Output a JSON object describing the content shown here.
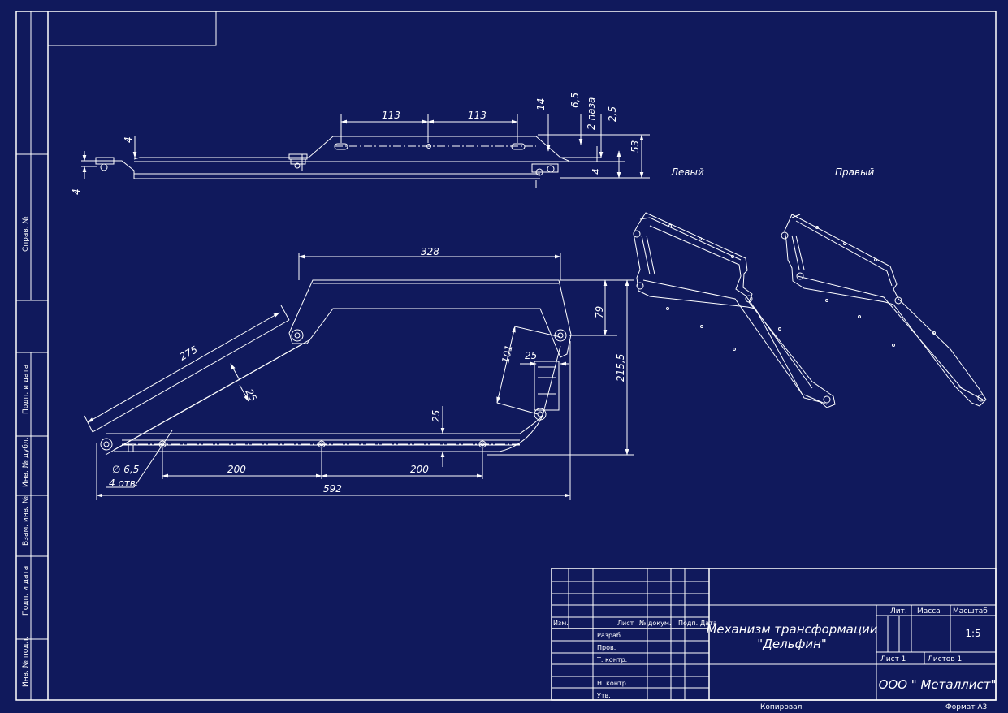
{
  "colors": {
    "background": "#10195c",
    "line": "#ffffff"
  },
  "side_labels": {
    "sprav": "Справ. №",
    "podp_data_1": "Подп. и дата",
    "inv_dubl": "Инв. № дубл.",
    "vzam_inv": "Взам. инв. №",
    "podp_data_2": "Подп. и дата",
    "inv_podl": "Инв. № подл."
  },
  "top_view": {
    "dim_113a": "113",
    "dim_113b": "113",
    "dim_14": "14",
    "dim_65": "6,5",
    "dim_2paza": "2 паза",
    "dim_25": "2,5",
    "dim_53": "53",
    "dim_4_left": "4",
    "dim_4_bottom": "4",
    "dim_4_right": "4"
  },
  "front_view": {
    "dim_328": "328",
    "dim_79": "79",
    "dim_2155": "215,5",
    "dim_275": "275",
    "dim_25_arm": "25",
    "dim_101": "101",
    "dim_25_right": "25",
    "dim_25_base": "25",
    "dim_200a": "200",
    "dim_200b": "200",
    "dim_592": "592",
    "hole_dia": "∅ 6,5",
    "hole_count": "4 отв."
  },
  "iso_views": {
    "left_label": "Левый",
    "right_label": "Правый"
  },
  "title_block": {
    "izm": "Изм.",
    "list": "Лист",
    "n_dokum": "№ докум.",
    "podp": "Подп.",
    "data": "Дата",
    "razrab": "Разраб.",
    "prov": "Пров.",
    "t_kontr": "Т. контр.",
    "n_kontr": "Н. контр.",
    "utv": "Утв.",
    "title_line1": "Механизм трансформации",
    "title_line2": "\"Дельфин\"",
    "lit": "Лит.",
    "massa": "Масса",
    "masshtab": "Масштаб",
    "scale": "1:5",
    "sheet": "Лист 1",
    "sheets": "Листов 1",
    "company": "ООО \" Металлист\"",
    "kopiroval": "Копировал",
    "format": "Формат А3"
  }
}
